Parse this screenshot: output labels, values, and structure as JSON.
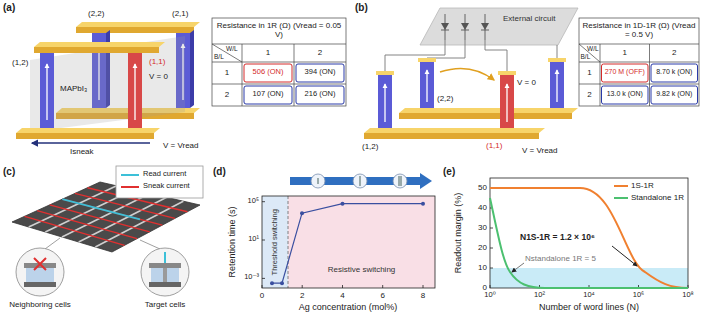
{
  "diagram": {
    "nodes": [
      {
        "text": [
          "External circuit"
        ]
      },
      {
        "text": [
          "Threshold switching"
        ]
      },
      {
        "text": [
          "Resistive switching"
        ]
      }
    ],
    "labels": [
      "(a)",
      "(1,2)",
      "(2,2)",
      "(2,1)",
      "(1,1)",
      "V = 0",
      "MAPbI₃",
      "Isneak",
      "V = Vread",
      "Resistance in 1R (Ω) (Vread = 0.05 V)",
      "W/L",
      "B/L",
      "1",
      "2",
      "1",
      "506 (ON)",
      "394 (ON)",
      "2",
      "107 (ON)",
      "216 (ON)",
      "(b)",
      "(1,2)",
      "(2,2)",
      "(1,1)",
      "V = 0",
      "V = Vread",
      "Resistance in 1D-1R (Ω) (Vread = 0.5 V)",
      "W/L",
      "B/L",
      "1",
      "2",
      "1",
      "270 M (OFF)",
      "8.70 k (ON)",
      "2",
      "13.0 k (ON)",
      "9.82 k (ON)",
      "(c)",
      "Neighboring cells",
      "Target cells",
      "(d)",
      "10⁵",
      "10¹",
      "10⁻³",
      "0",
      "2",
      "4",
      "6",
      "8",
      "Ag concentration (mol%)",
      "Retention time (s)",
      "(e)",
      "0",
      "10",
      "20",
      "30",
      "40",
      "50",
      "10⁰",
      "10²",
      "10⁴",
      "10⁶",
      "10⁸",
      "Number of word lines (N)",
      "Readout margin (%)",
      "N1S-1R = 1.2 × 10⁶",
      "Nstandalone 1R = 5"
    ],
    "legend": [
      {
        "text": "Read current"
      },
      {
        "text": "Sneak current"
      },
      {
        "text": "1S-1R"
      },
      {
        "text": "Standalone 1R"
      }
    ]
  }
}
